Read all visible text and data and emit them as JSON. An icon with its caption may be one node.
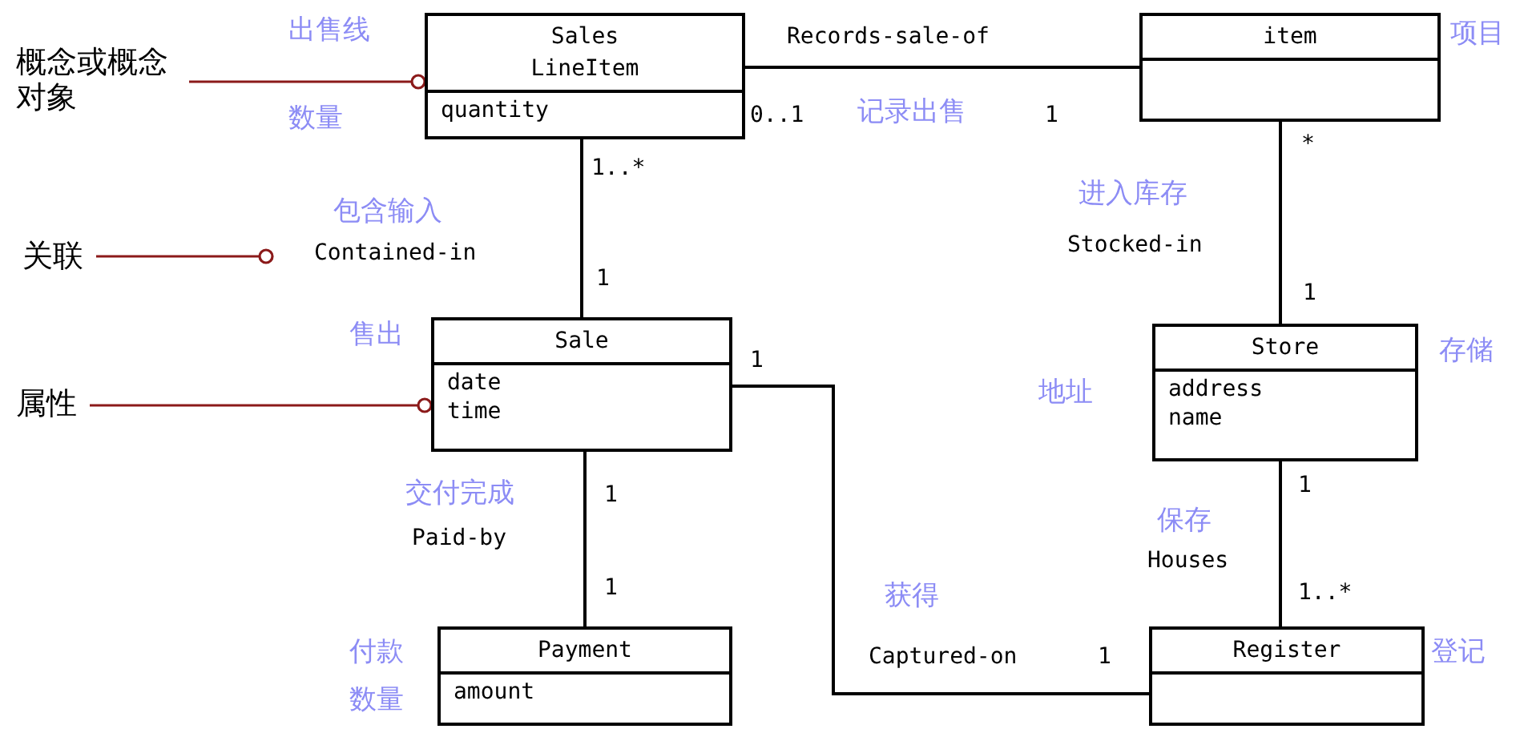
{
  "diagram": {
    "nodes": [
      {
        "text": [
          "Sales LineItem",
          "quantity"
        ],
        "beside": [
          "出售线",
          "数量"
        ]
      },
      {
        "text": [
          "item"
        ],
        "beside": [
          "项目"
        ]
      },
      {
        "text": [
          "Sale",
          "date",
          "time"
        ],
        "beside": [
          "售出"
        ]
      },
      {
        "text": [
          "Store",
          "address",
          "name"
        ],
        "beside": [
          "存储",
          "地址"
        ]
      },
      {
        "text": [
          "Payment",
          "amount"
        ],
        "beside": [
          "付款",
          "数量"
        ]
      },
      {
        "text": [
          "Register"
        ],
        "beside": [
          "登记"
        ]
      },
      {
        "text": [
          "概念或概念对象"
        ]
      },
      {
        "text": [
          "关联"
        ]
      },
      {
        "text": [
          "属性"
        ]
      }
    ],
    "edges": [
      {
        "from": 0,
        "to": 1,
        "arrow": "none",
        "label": "Records-sale-of"
      },
      {
        "from": 0,
        "to": 2,
        "arrow": "none",
        "label": "Contained-in"
      },
      {
        "from": 1,
        "to": 3,
        "arrow": "none",
        "label": "Stocked-in"
      },
      {
        "from": 2,
        "to": 4,
        "arrow": "none",
        "label": "Paid-by"
      },
      {
        "from": 3,
        "to": 5,
        "arrow": "none",
        "label": "Houses"
      },
      {
        "from": 2,
        "to": 5,
        "arrow": "none",
        "label": "Captured-on"
      },
      {
        "from": 6,
        "to": 0,
        "arrow": "other",
        "color": "#8b1a1a"
      },
      {
        "from": 7,
        "to": null,
        "arrow": "other",
        "color": "#8b1a1a"
      },
      {
        "from": 8,
        "to": 2,
        "arrow": "other",
        "color": "#8b1a1a"
      }
    ],
    "labels": [
      "记录出售",
      "包含输入",
      "进入库存",
      "交付完成",
      "保存",
      "获得",
      "0..1",
      "1",
      "1..*",
      "1",
      "*",
      "1",
      "1",
      "1",
      "1",
      "1",
      "1..*",
      "1"
    ]
  }
}
